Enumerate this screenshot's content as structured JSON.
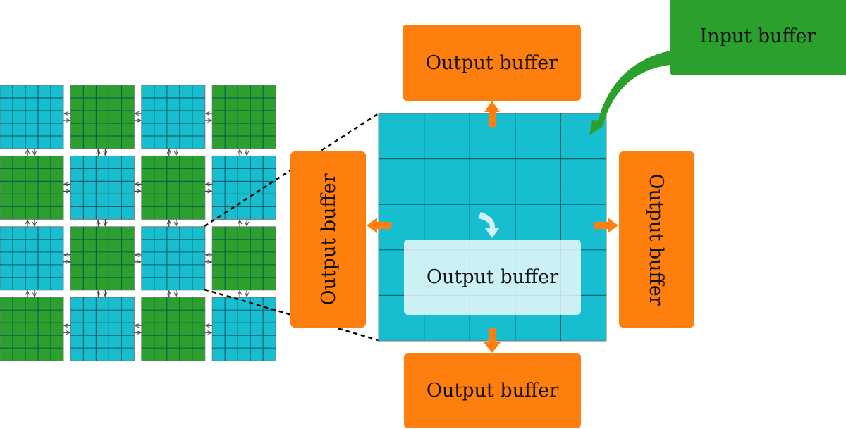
{
  "colors": {
    "compute_tile": "#17becf",
    "input_tile": "#2ca02c",
    "output_buffer": "#ff7f0e",
    "input_buffer": "#2ca02c",
    "inner_buffer": "#d3f2f5",
    "grid_line": "#0b4f57",
    "link_arrow": "#444444",
    "dashed_line": "#000000",
    "background": "#ffffff"
  },
  "mesh": {
    "rows": 4,
    "cols": 4,
    "cells_per_tile": 5,
    "tile_pattern": [
      [
        "compute",
        "input",
        "compute",
        "input"
      ],
      [
        "input",
        "compute",
        "input",
        "compute"
      ],
      [
        "compute",
        "input",
        "compute",
        "input"
      ],
      [
        "input",
        "compute",
        "input",
        "compute"
      ]
    ],
    "zoomed_tile": {
      "row": 2,
      "col": 2
    }
  },
  "zoomed_tile": {
    "cells_per_side": 5
  },
  "buffers": {
    "top": {
      "label": "Output buffer",
      "kind": "output"
    },
    "bottom": {
      "label": "Output buffer",
      "kind": "output"
    },
    "left": {
      "label": "Output buffer",
      "kind": "output"
    },
    "right": {
      "label": "Output buffer",
      "kind": "output"
    },
    "inner": {
      "label": "Output buffer",
      "kind": "output"
    },
    "input": {
      "label": "Input buffer",
      "kind": "input"
    }
  }
}
